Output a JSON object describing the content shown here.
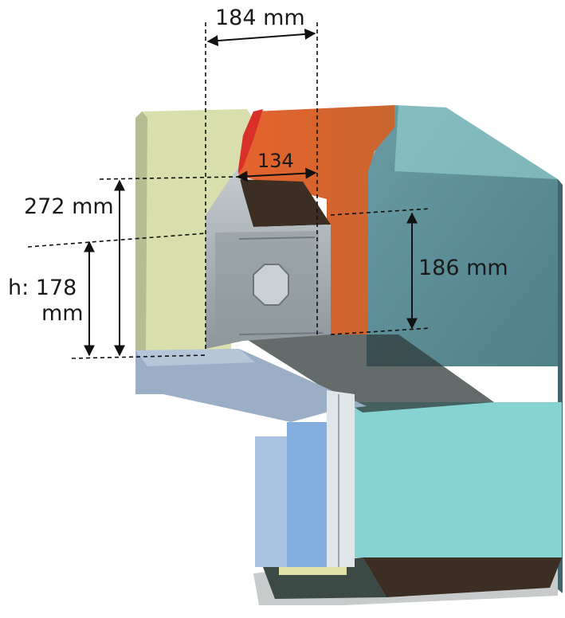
{
  "dimensions": {
    "top_width": "184 mm",
    "inner_width": "134",
    "total_height": "272 mm",
    "opening_height": "186 mm",
    "h_prefix": "h: 178",
    "h_unit": "mm"
  },
  "colors": {
    "insulation": "#d9dfac",
    "lintel": "#e1753f",
    "wall": "#5d8d97",
    "wall_light": "#86d3d4",
    "frame": "#9aafc6",
    "box": "#aab1b6",
    "dark_soffit": "#3c2e22",
    "floor": "#3b4a45",
    "blue_panel": "#82aee0"
  }
}
